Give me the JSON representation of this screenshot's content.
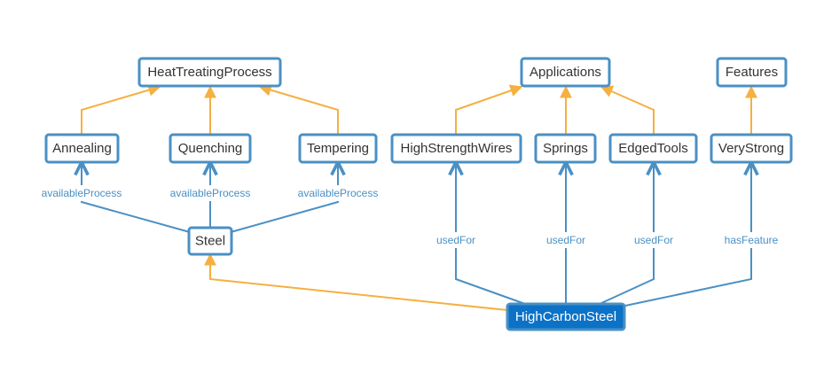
{
  "colors": {
    "node_border": "#4a90c4",
    "primary_fill": "#0b72c7",
    "subclass_edge": "#f5b041",
    "relation_edge": "#4a90c4",
    "text": "#333333"
  },
  "nodes": {
    "heat_treating_process": "HeatTreatingProcess",
    "applications": "Applications",
    "features": "Features",
    "annealing": "Annealing",
    "quenching": "Quenching",
    "tempering": "Tempering",
    "high_strength_wires": "HighStrengthWires",
    "springs": "Springs",
    "edged_tools": "EdgedTools",
    "very_strong": "VeryStrong",
    "steel": "Steel",
    "high_carbon_steel": "HighCarbonSteel"
  },
  "edge_labels": {
    "steel_annealing": "availableProcess",
    "steel_quenching": "availableProcess",
    "steel_tempering": "availableProcess",
    "hcs_wires": "usedFor",
    "hcs_springs": "usedFor",
    "hcs_tools": "usedFor",
    "hcs_verystrong": "hasFeature"
  }
}
